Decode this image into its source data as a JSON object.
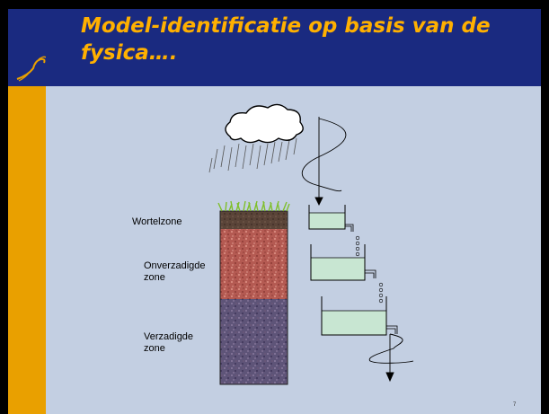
{
  "slide": {
    "title": "Model-identificatie op basis van de fysica….",
    "page_number": "7"
  },
  "zones": {
    "root_zone": "Wortelzone",
    "unsaturated_zone": "Onverzadigde zone",
    "saturated_zone": "Verzadigde zone"
  },
  "colors": {
    "background": "#c3cfe2",
    "header": "#1a2a80",
    "title": "#ffb000",
    "side_bar": "#e9a000",
    "reservoir_water": "#c8e6d2"
  },
  "icons": [
    "logo-icon",
    "rain-cloud-icon",
    "grass-icon"
  ]
}
